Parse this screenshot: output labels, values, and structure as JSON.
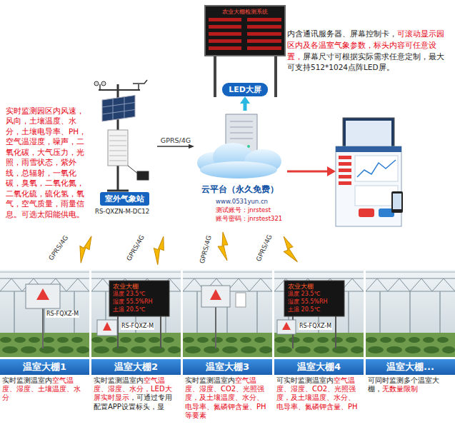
{
  "diagram": {
    "nodes": [
      {
        "text": [
          "农业大棚检测系统"
        ]
      },
      {
        "text": [
          "LED大屏"
        ]
      },
      {
        "text": [
          "室外气象站"
        ]
      },
      {
        "text": [
          "云平台（永久免费）"
        ]
      },
      {
        "text": [
          "温室大棚1",
          "实时监测温室内",
          "空气温度、湿度、土壤温度、水分"
        ]
      },
      {
        "text": [
          "温室大棚2",
          "实时监测温室内",
          "空气温度、湿度、水分，LED大屏实时显示",
          "，可通过专用配置APP设置标头，显"
        ]
      },
      {
        "text": [
          "温室大棚3",
          "实时监测温室内",
          "空气温度、湿度、CO2、光照强度，及土壤温度、水分、电导率、氮磷钾含量、PH等要素"
        ]
      },
      {
        "text": [
          "温室大棚4",
          "可实时监测温室内",
          "空气温度、湿度、CO2、光照强度，及土壤温度、水分、电导率、氮磷钾含量、PH"
        ]
      },
      {
        "text": [
          "温室大棚...",
          "可同时监测多个温室大棚，",
          "无数量限制"
        ]
      }
    ],
    "edges": [
      {
        "from": 3,
        "to": 1,
        "arrow": "to"
      },
      {
        "from": 2,
        "to": 3,
        "label": "GPRS/4G",
        "arrow": "to"
      }
    ],
    "labels": [
      "实时监测园区内风速，风向，土壤温度、水分，土壤电导率、PH，空气温湿度，噪声，二氧化碳，大气压力，光照，雨雪状态，紫外线，总辐射，一氧化碳，臭氧，二氧化氮，二氧化硫，硫化氢，氧气，空气质量，雨量信息。可选太阳能供电。",
      "内含通讯服务器、屏幕控制卡，",
      "可滚动显示园区内及各温室气象参数，标头内容可任意设置，",
      "屏幕尺寸可根据实际需求任意定制，最大可支持512*1024点阵LED屏。",
      "RS-QXZN-M-DC12",
      "www.0531yun.cn",
      "测试账号：jnrstest",
      "账号密码：jnrstest321",
      "GPRS/4G",
      "GPRS/4G",
      "GPRS/4G",
      "GPRS/4G",
      "RS-FQXZ-M",
      "农业大棚",
      "温度 23.5℃",
      "湿度 55.5%RH",
      "土温 20.5℃",
      "RS-FQXZ-M",
      "农业大棚",
      "温度 23.5℃",
      "湿度 55.5%RH",
      "土温 20.5℃",
      "RS-FQXZ-M"
    ]
  }
}
